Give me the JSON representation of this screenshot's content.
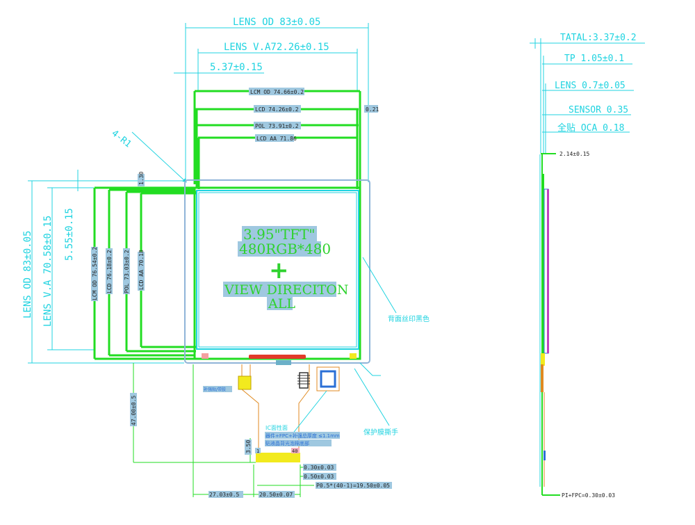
{
  "colors": {
    "cyan": "#1fd3e0",
    "green": "#22dd22",
    "label_bg": "#9fc8e0",
    "blue": "#2a6fd6",
    "center_text": "#2fd22f",
    "orange": "#e08a20",
    "red": "#e23a2a",
    "yellow": "#f2ea1e",
    "magenta": "#c040c0"
  },
  "front_view": {
    "top_dims": {
      "lens_od": "LENS OD 83±0.05",
      "lens_va": "LENS V.A72.26±0.15",
      "offset": "5.37±0.15"
    },
    "horizontal_labels": {
      "lcm_od": "LCM OD 74.66±0.2",
      "lcd": "LCD 74.26±0.2",
      "pol": "POL 73.91±0.2",
      "lcd_aa": "LCD AA 71.86",
      "gap": "0.21"
    },
    "corner_radius": "4-R1",
    "small_offset": "1.30",
    "left_dims": {
      "lens_od": "LENS OD 83±0.05",
      "lens_va": "LENS V.A 70.58±0.15",
      "offset": "5.55±0.15"
    },
    "vertical_labels": {
      "lcm_od": "LCM OD 76.54±0.2",
      "lcd": "LCD 76.18±0.2",
      "pol": "POL 73.03±0.2",
      "lcd_aa": "LCD AA 70.18"
    },
    "center_text": {
      "line1": "3.95\"TFT\"",
      "line2": "480RGB*480",
      "cross": "+",
      "line3": "VIEW DIRECITON",
      "line4": "ALL"
    },
    "callouts": {
      "back_print": "背面丝印黑色",
      "protect_film": "保护膜撕手",
      "ic_face": "IC面性面",
      "thickness": "器件+FPC+补强总厚度 ≤1.1mm",
      "stiffener": "贴液晶背光泡棉底部",
      "part_label": "补强贴/带胶"
    },
    "fpc_dims": {
      "len_47": "47.00±0.5",
      "val_3_50": "3.50",
      "pin_1": "1",
      "pin_40": "40",
      "d_030": "0.30±0.03",
      "d_050": "0.50±0.03",
      "pitch": "P0.5*(40-1)=19.50±0.05",
      "w_27": "27.03±0.5",
      "w_20": "20.50±0.07"
    }
  },
  "side_view": {
    "total": "TATAL:3.37±0.2",
    "tp": "TP 1.05±0.1",
    "lens": "LENS 0.7±0.05",
    "sensor": "SENSOR 0.35",
    "oca": "全贴 OCA 0.18",
    "thk": "2.14±0.15",
    "fpc": "PI+FPC=0.30±0.03"
  }
}
